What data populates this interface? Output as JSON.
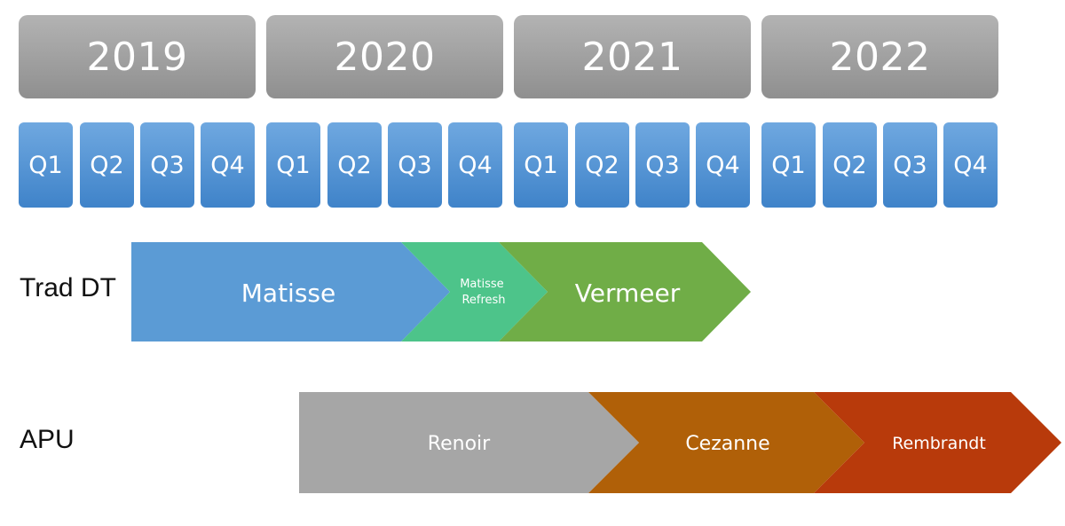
{
  "years": [
    "2019",
    "2020",
    "2021",
    "2022"
  ],
  "quarters": [
    "Q1",
    "Q2",
    "Q3",
    "Q4"
  ],
  "rows": [
    {
      "label": "Trad DT",
      "segments": [
        {
          "name": "Matisse",
          "color": "#5b9bd5"
        },
        {
          "name": "Matisse Refresh",
          "lines": [
            "Matisse",
            "Refresh"
          ],
          "color": "#4dc48a"
        },
        {
          "name": "Vermeer",
          "color": "#70ad47"
        }
      ]
    },
    {
      "label": "APU",
      "segments": [
        {
          "name": "Renoir",
          "color": "#a6a6a6"
        },
        {
          "name": "Cezanne",
          "color": "#b06008"
        },
        {
          "name": "Rembrandt",
          "color": "#b83a0b"
        }
      ]
    }
  ]
}
